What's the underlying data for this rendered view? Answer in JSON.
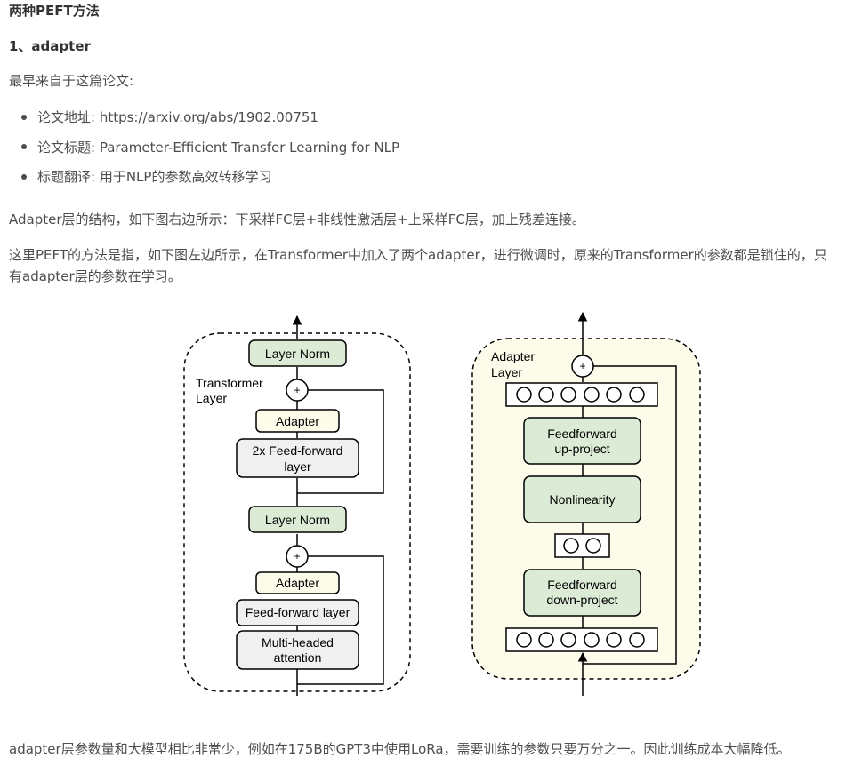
{
  "heading": "两种PEFT方法",
  "section_title": "1、adapter",
  "intro": "最早来自于这篇论文:",
  "bullets": [
    "论文地址: https://arxiv.org/abs/1902.00751",
    "论文标题: Parameter-Efficient Transfer Learning for NLP",
    "标题翻译: 用于NLP的参数高效转移学习"
  ],
  "para_structure": "Adapter层的结构，如下图右边所示：下采样FC层+非线性激活层+上采样FC层，加上残差连接。",
  "para_method_line1": "这里PEFT的方法是指，如下图左边所示，在Transformer中加入了两个adapter，进行微调时，原来的Transformer的参数都是锁住的，只",
  "para_method_line2": "有adapter层的参数在学习。",
  "figure": {
    "left": {
      "title_line1": "Transformer",
      "title_line2": "Layer",
      "layer_norm_top": "Layer Norm",
      "adapter_top": "Adapter",
      "ffn_2x_line1": "2x Feed-forward",
      "ffn_2x_line2": "layer",
      "layer_norm_bottom": "Layer Norm",
      "adapter_bottom": "Adapter",
      "ffn": "Feed-forward layer",
      "mha_line1": "Multi-headed",
      "mha_line2": "attention",
      "plus_symbol": "+"
    },
    "right": {
      "title_line1": "Adapter",
      "title_line2": "Layer",
      "up_line1": "Feedforward",
      "up_line2": "up-project",
      "nonlinearity": "Nonlinearity",
      "down_line1": "Feedforward",
      "down_line2": "down-project",
      "plus_symbol": "+"
    },
    "colors": {
      "green_box": "#dcebd5",
      "yellow_box": "#fdfbe9",
      "gray_box": "#f0f0f0",
      "panel_bg": "#fdfbe9"
    }
  },
  "conclusion": "adapter层参数量和大模型相比非常少，例如在175B的GPT3中使用LoRa，需要训练的参数只要万分之一。因此训练成本大幅降低。"
}
